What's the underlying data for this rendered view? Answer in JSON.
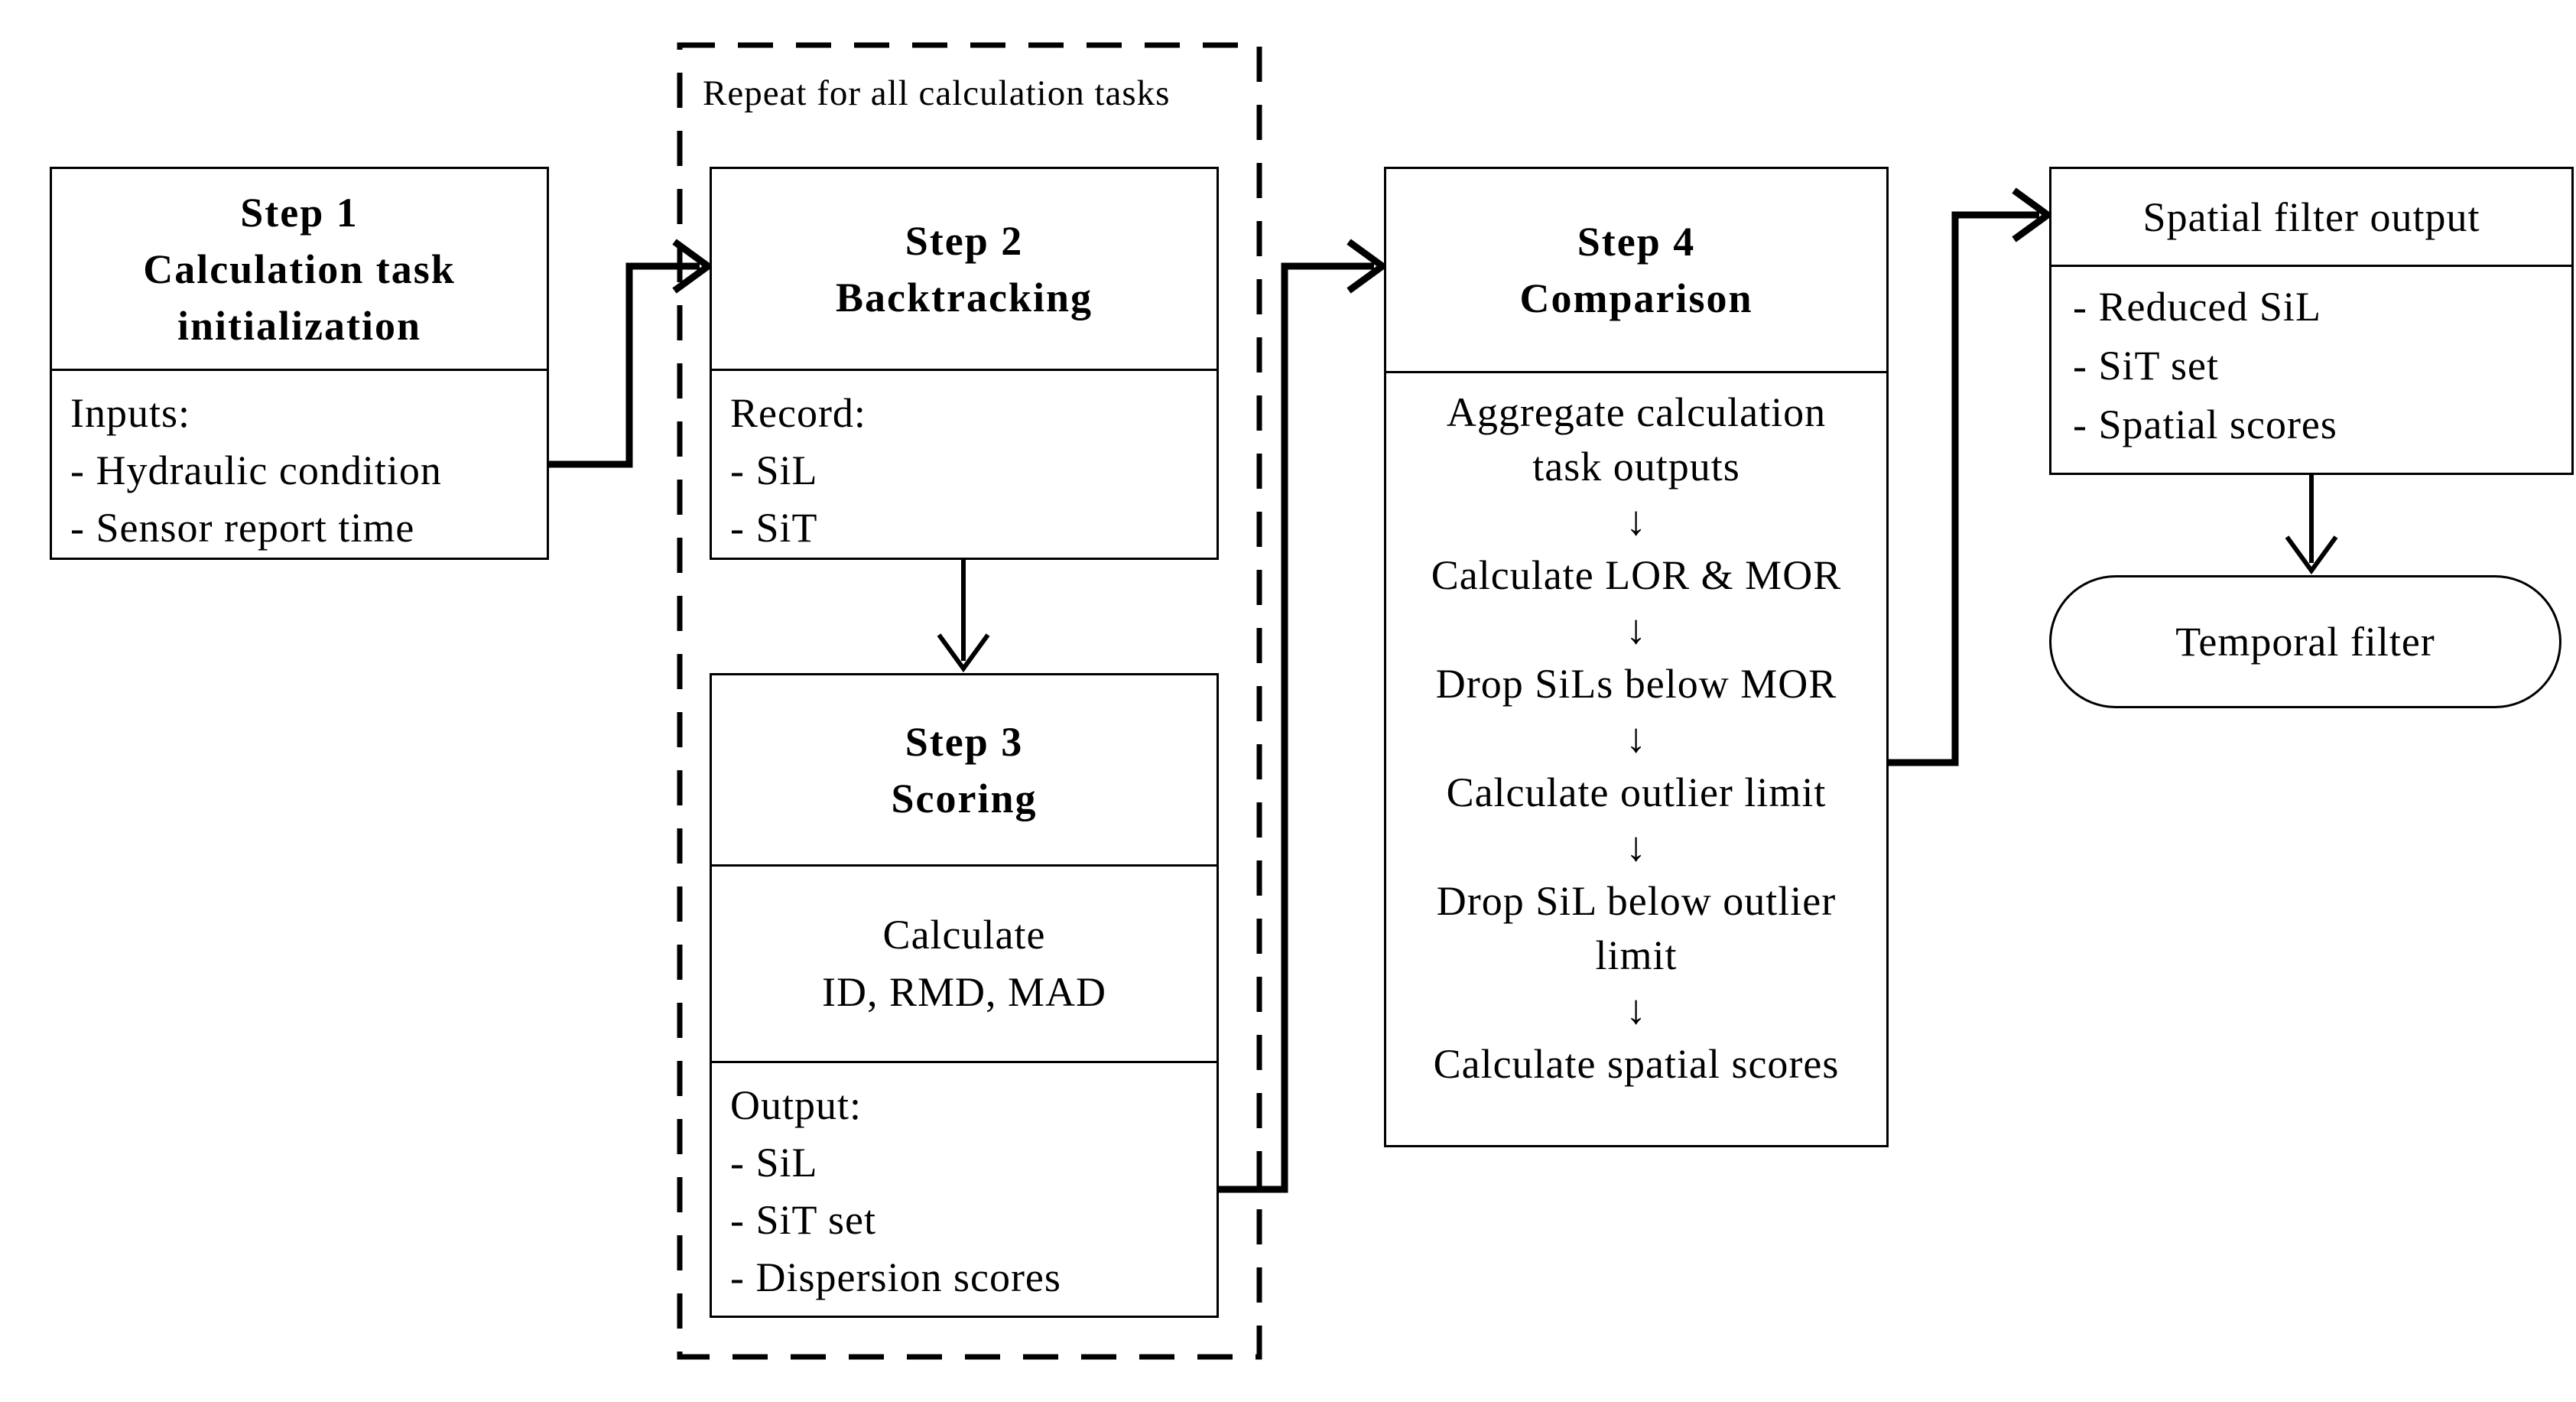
{
  "colors": {
    "ink": "#000000",
    "paper": "#ffffff"
  },
  "icons": {
    "flow_arrow_down": "↓"
  },
  "repeat_group": {
    "label": "Repeat for all calculation tasks"
  },
  "step1": {
    "title": "Step 1",
    "subtitle": "Calculation task initialization",
    "body": [
      "Inputs:",
      "- Hydraulic condition",
      "- Sensor report time"
    ]
  },
  "step2": {
    "title": "Step 2",
    "subtitle": "Backtracking",
    "body": [
      "Record:",
      "- SiL",
      "- SiT"
    ]
  },
  "step3": {
    "title": "Step 3",
    "subtitle": "Scoring",
    "calc": [
      "Calculate",
      "ID, RMD, MAD"
    ],
    "output": [
      "Output:",
      "- SiL",
      "- SiT set",
      "- Dispersion scores"
    ]
  },
  "step4": {
    "title": "Step 4",
    "subtitle": "Comparison",
    "flow": [
      "Aggregate calculation task outputs",
      "Calculate LOR & MOR",
      "Drop SiLs below MOR",
      "Calculate outlier limit",
      "Drop SiL below outlier limit",
      "Calculate spatial scores"
    ]
  },
  "spatial_filter": {
    "title": "Spatial filter output",
    "body": [
      "- Reduced SiL",
      "- SiT set",
      "- Spatial scores"
    ]
  },
  "temporal_filter": {
    "label": "Temporal filter"
  }
}
